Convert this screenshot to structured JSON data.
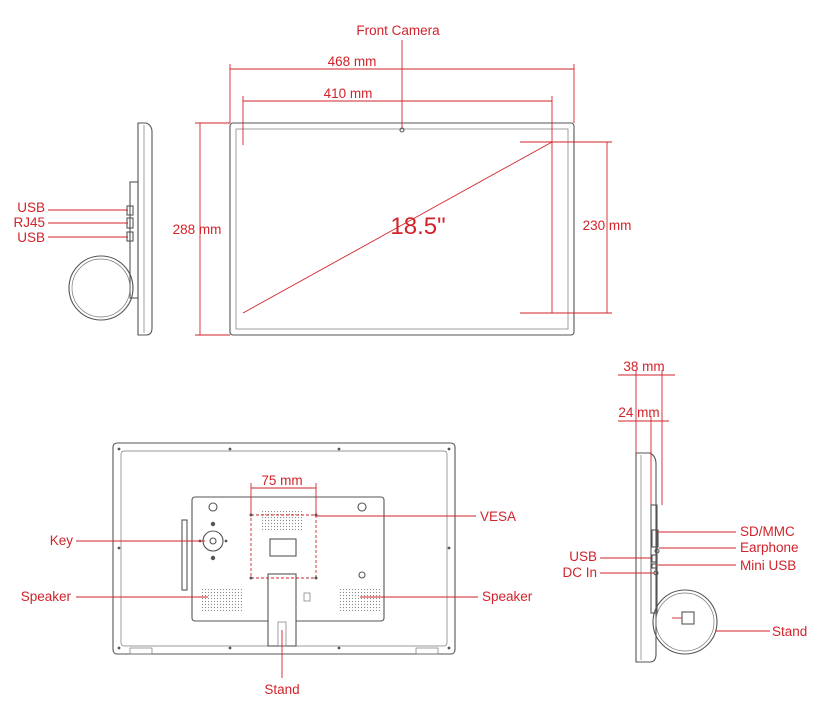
{
  "colors": {
    "annotation": "#d2232a",
    "device_outline": "#555555",
    "background": "#ffffff"
  },
  "front": {
    "camera_label": "Front Camera",
    "width_outer": "468 mm",
    "width_screen": "410 mm",
    "height_outer": "288 mm",
    "height_screen": "230 mm",
    "diagonal": "18.5\""
  },
  "side_left": {
    "ports": [
      "USB",
      "RJ45",
      "USB"
    ]
  },
  "back": {
    "vesa_dim": "75 mm",
    "vesa_label": "VESA",
    "key_label": "Key",
    "speaker_left": "Speaker",
    "speaker_right": "Speaker",
    "stand_label": "Stand"
  },
  "side_right": {
    "depth_total": "38 mm",
    "depth_body": "24 mm",
    "ports_right": [
      "SD/MMC",
      "Earphone",
      "Mini USB"
    ],
    "ports_left": [
      "USB",
      "DC In"
    ],
    "stand_label": "Stand"
  }
}
